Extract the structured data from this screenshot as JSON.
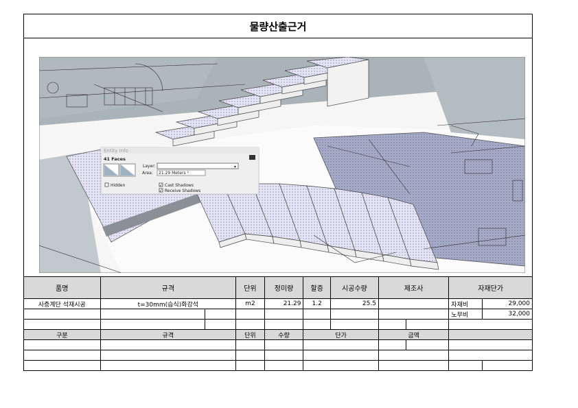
{
  "title": "물량산출근거",
  "entity_info": {
    "panel_title": "Entity Info",
    "faces": "41 Faces",
    "layer_label": "Layer:",
    "area_label": "Area:",
    "area_value": "21.29 Meters ²",
    "hidden": "Hidden",
    "cast_shadows": "Cast Shadows",
    "receive_shadows": "Receive Shadows"
  },
  "table": {
    "header": [
      "품명",
      "규격",
      "단위",
      "정미량",
      "할증",
      "시공수량",
      "제조사",
      "자재단가"
    ],
    "row1": {
      "name": "사층계단 석재시공",
      "spec": "t=30mm(습식)화강석",
      "unit": "m2",
      "net": "21.29",
      "surcharge": "1.2",
      "qty": "25.5",
      "label1": "자재비",
      "price1": "29,000"
    },
    "row2": {
      "label2": "노무비",
      "price2": "32,000"
    },
    "header2": [
      "구분",
      "규격",
      "단위",
      "수량",
      "단가",
      "금액"
    ]
  }
}
